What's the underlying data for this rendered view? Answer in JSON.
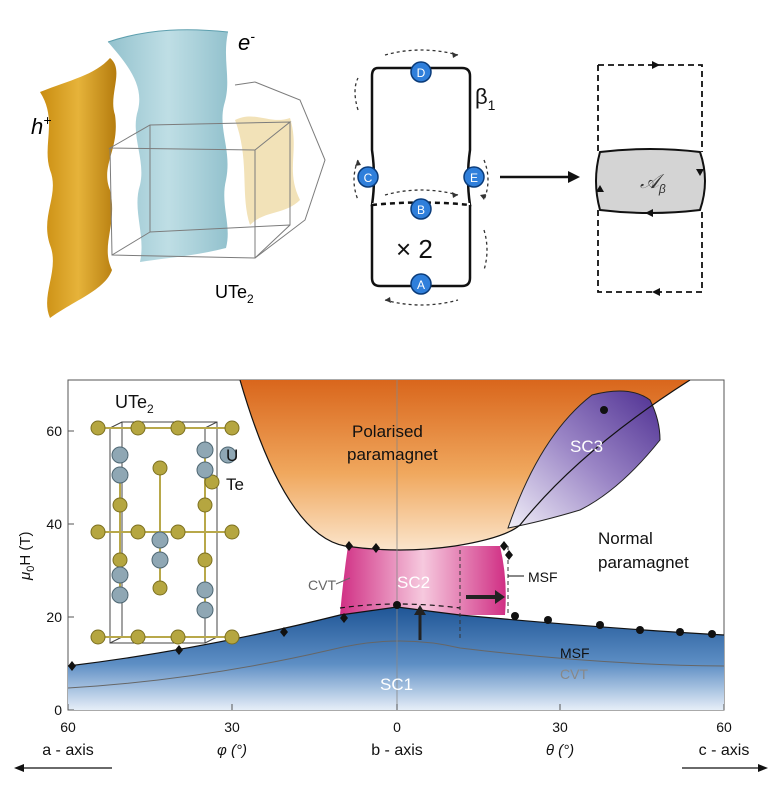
{
  "fermi_surface": {
    "hole_label": "h",
    "hole_sup": "+",
    "electron_label": "e",
    "electron_sup": "-",
    "compound": "UTe",
    "compound_sub": "2"
  },
  "orbit_diagram": {
    "points": [
      "D",
      "C",
      "E",
      "B",
      "A"
    ],
    "orbit_label": "β",
    "orbit_sub": "1",
    "multiplier": "× 2",
    "area_label": "𝒜",
    "area_sub": "β"
  },
  "phase_diagram": {
    "regions": {
      "polarised": [
        "Polarised",
        "paramagnet"
      ],
      "normal": [
        "Normal",
        "paramagnet"
      ],
      "sc1": "SC1",
      "sc2": "SC2",
      "sc3": "SC3"
    },
    "annotations": {
      "msf_upper": "MSF",
      "cvt_upper": "CVT",
      "msf_lower": "MSF",
      "cvt_lower": "CVT"
    },
    "crystal": {
      "title": "UTe",
      "title_sub": "2",
      "atom_u": "U",
      "atom_te": "Te"
    },
    "y_axis": {
      "label_mu": "μ",
      "label_sub": "0",
      "label_rest": "H (T)",
      "ticks": [
        "0",
        "20",
        "40",
        "60"
      ]
    },
    "x_axis": {
      "ticks": [
        "60",
        "30",
        "0",
        "30",
        "60"
      ],
      "phi_label": "φ (°)",
      "theta_label": "θ (°)",
      "a_axis": "a - axis",
      "b_axis": "b - axis",
      "c_axis": "c - axis"
    },
    "colors": {
      "polarised": "#e07a2c",
      "sc1": "#2f6aa8",
      "sc2": "#d9468f",
      "sc3": "#5b3e9e",
      "hole_sheet": "#d9a320",
      "electron_sheet": "#8ec3cf",
      "orbit_point": "#2f7fdb"
    }
  }
}
